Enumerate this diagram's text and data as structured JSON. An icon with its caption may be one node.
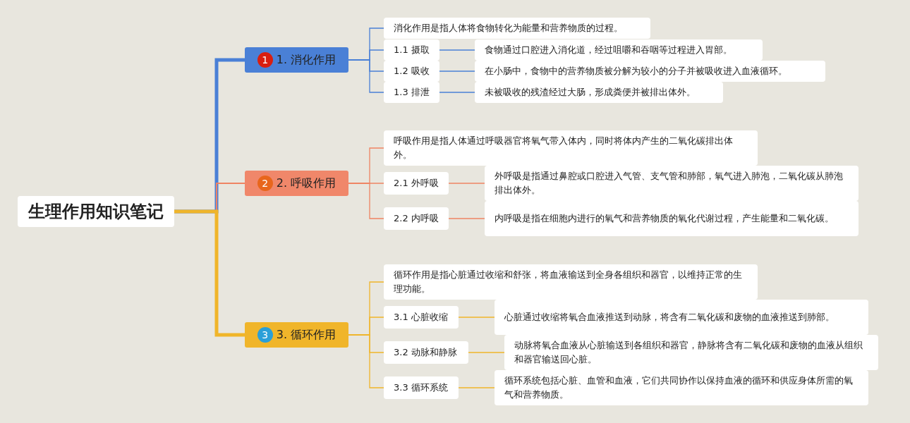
{
  "diagram": {
    "nodes": [
      {
        "text": [
          "生理作用知识笔记"
        ]
      },
      {
        "text": [
          "1",
          "1. 消化作用"
        ]
      },
      {
        "text": [
          "消化作用是指人体将食物转化为能量和营养物质的过程。"
        ]
      },
      {
        "text": [
          "1.1 摄取"
        ]
      },
      {
        "text": [
          "食物通过口腔进入消化道，经过咀嚼和吞咽等过程进入胃部。"
        ]
      },
      {
        "text": [
          "1.2 吸收"
        ]
      },
      {
        "text": [
          "在小肠中，食物中的营养物质被分解为较小的分子并被吸收进入血液循环。"
        ]
      },
      {
        "text": [
          "1.3 排泄"
        ]
      },
      {
        "text": [
          "未被吸收的残渣经过大肠，形成粪便并被排出体外。"
        ]
      },
      {
        "text": [
          "2",
          "2. 呼吸作用"
        ]
      },
      {
        "text": [
          "呼吸作用是指人体通过呼吸器官将氧气带入体内，同时将体内产生的二氧化碳排出体外。"
        ]
      },
      {
        "text": [
          "2.1 外呼吸"
        ]
      },
      {
        "text": [
          "外呼吸是指通过鼻腔或口腔进入气管、支气管和肺部，氧气进入肺泡，二氧化碳从肺泡排出体外。"
        ]
      },
      {
        "text": [
          "2.2 内呼吸"
        ]
      },
      {
        "text": [
          "内呼吸是指在细胞内进行的氧气和营养物质的氧化代谢过程，产生能量和二氧化碳。"
        ]
      },
      {
        "text": [
          "3",
          "3. 循环作用"
        ]
      },
      {
        "text": [
          "循环作用是指心脏通过收缩和舒张，将血液输送到全身各组织和器官，以维持正常的生理功能。"
        ]
      },
      {
        "text": [
          "3.1 心脏收缩"
        ]
      },
      {
        "text": [
          "心脏通过收缩将氧合血液推送到动脉，将含有二氧化碳和废物的血液推送到肺部。"
        ]
      },
      {
        "text": [
          "3.2 动脉和静脉"
        ]
      },
      {
        "text": [
          "动脉将氧合血液从心脏输送到各组织和器官，静脉将含有二氧化碳和废物的血液从组织和器官输送回心脏。"
        ]
      },
      {
        "text": [
          "3.3 循环系统"
        ]
      },
      {
        "text": [
          "循环系统包括心脏、血管和血液，它们共同协作以保持血液的循环和供应身体所需的氧气和营养物质。"
        ]
      }
    ],
    "edges": [
      {
        "from": 0,
        "to": 1,
        "arrow": "none",
        "style": "thick",
        "color": "#4a80d6"
      },
      {
        "from": 0,
        "to": 9,
        "arrow": "none",
        "color": "#ef8463"
      },
      {
        "from": 0,
        "to": 15,
        "arrow": "none",
        "style": "thick",
        "color": "#f0b52a"
      },
      {
        "from": 1,
        "to": 2,
        "arrow": "none",
        "color": "#4a80d6"
      },
      {
        "from": 1,
        "to": 3,
        "arrow": "none",
        "color": "#4a80d6"
      },
      {
        "from": 1,
        "to": 5,
        "arrow": "none",
        "color": "#4a80d6"
      },
      {
        "from": 1,
        "to": 7,
        "arrow": "none",
        "color": "#4a80d6"
      },
      {
        "from": 3,
        "to": 4,
        "arrow": "none",
        "color": "#4a80d6"
      },
      {
        "from": 5,
        "to": 6,
        "arrow": "none",
        "color": "#4a80d6"
      },
      {
        "from": 7,
        "to": 8,
        "arrow": "none",
        "color": "#4a80d6"
      },
      {
        "from": 9,
        "to": 10,
        "arrow": "none",
        "color": "#ef8463"
      },
      {
        "from": 9,
        "to": 11,
        "arrow": "none",
        "color": "#ef8463"
      },
      {
        "from": 9,
        "to": 13,
        "arrow": "none",
        "color": "#ef8463"
      },
      {
        "from": 11,
        "to": 12,
        "arrow": "none",
        "color": "#ef8463"
      },
      {
        "from": 13,
        "to": 14,
        "arrow": "none",
        "color": "#ef8463"
      },
      {
        "from": 15,
        "to": 16,
        "arrow": "none",
        "color": "#f0b52a"
      },
      {
        "from": 15,
        "to": 17,
        "arrow": "none",
        "color": "#f0b52a"
      },
      {
        "from": 15,
        "to": 19,
        "arrow": "none",
        "color": "#f0b52a"
      },
      {
        "from": 15,
        "to": 21,
        "arrow": "none",
        "color": "#f0b52a"
      },
      {
        "from": 17,
        "to": 18,
        "arrow": "none",
        "color": "#f0b52a"
      },
      {
        "from": 19,
        "to": 20,
        "arrow": "none",
        "color": "#f0b52a"
      },
      {
        "from": 21,
        "to": 22,
        "arrow": "none",
        "color": "#f0b52a"
      }
    ]
  }
}
